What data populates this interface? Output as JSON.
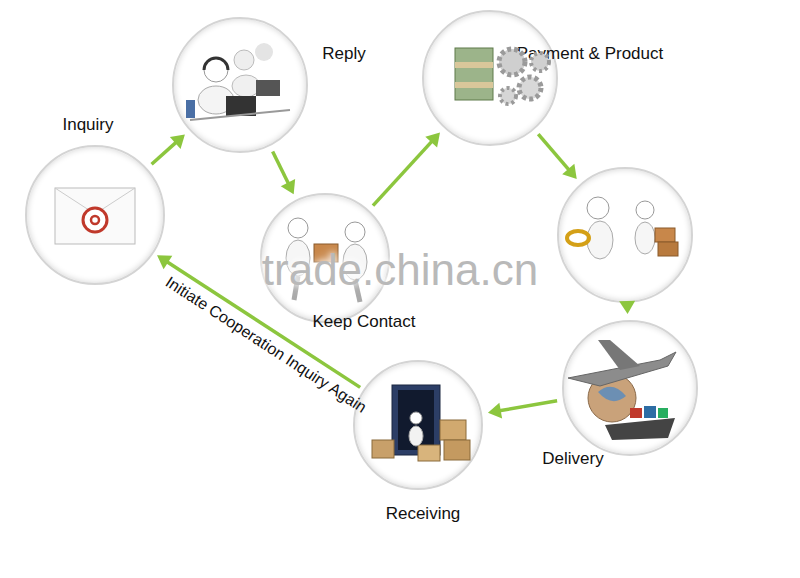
{
  "diagram": {
    "nodes": [
      {
        "text": [
          "Inquiry"
        ]
      },
      {
        "text": [
          "Reply"
        ]
      },
      {
        "text": [
          "Keep Contact"
        ]
      },
      {
        "text": [
          "Payment & Product"
        ]
      },
      {
        "text": []
      },
      {
        "text": [
          "Delivery"
        ]
      },
      {
        "text": [
          "Receiving"
        ]
      }
    ],
    "edges": [
      {
        "from": 0,
        "to": 1,
        "arrow": "to"
      },
      {
        "from": 1,
        "to": 2,
        "arrow": "to"
      },
      {
        "from": 2,
        "to": 3,
        "arrow": "to"
      },
      {
        "from": 3,
        "to": 4,
        "arrow": "to"
      },
      {
        "from": 4,
        "to": 5,
        "arrow": "to"
      },
      {
        "from": 5,
        "to": 6,
        "arrow": "to"
      },
      {
        "from": 6,
        "to": 0,
        "label": "Initiate Cooperation Inquiry Again",
        "arrow": "to"
      }
    ],
    "labels": [
      "trade.china.cn"
    ]
  }
}
